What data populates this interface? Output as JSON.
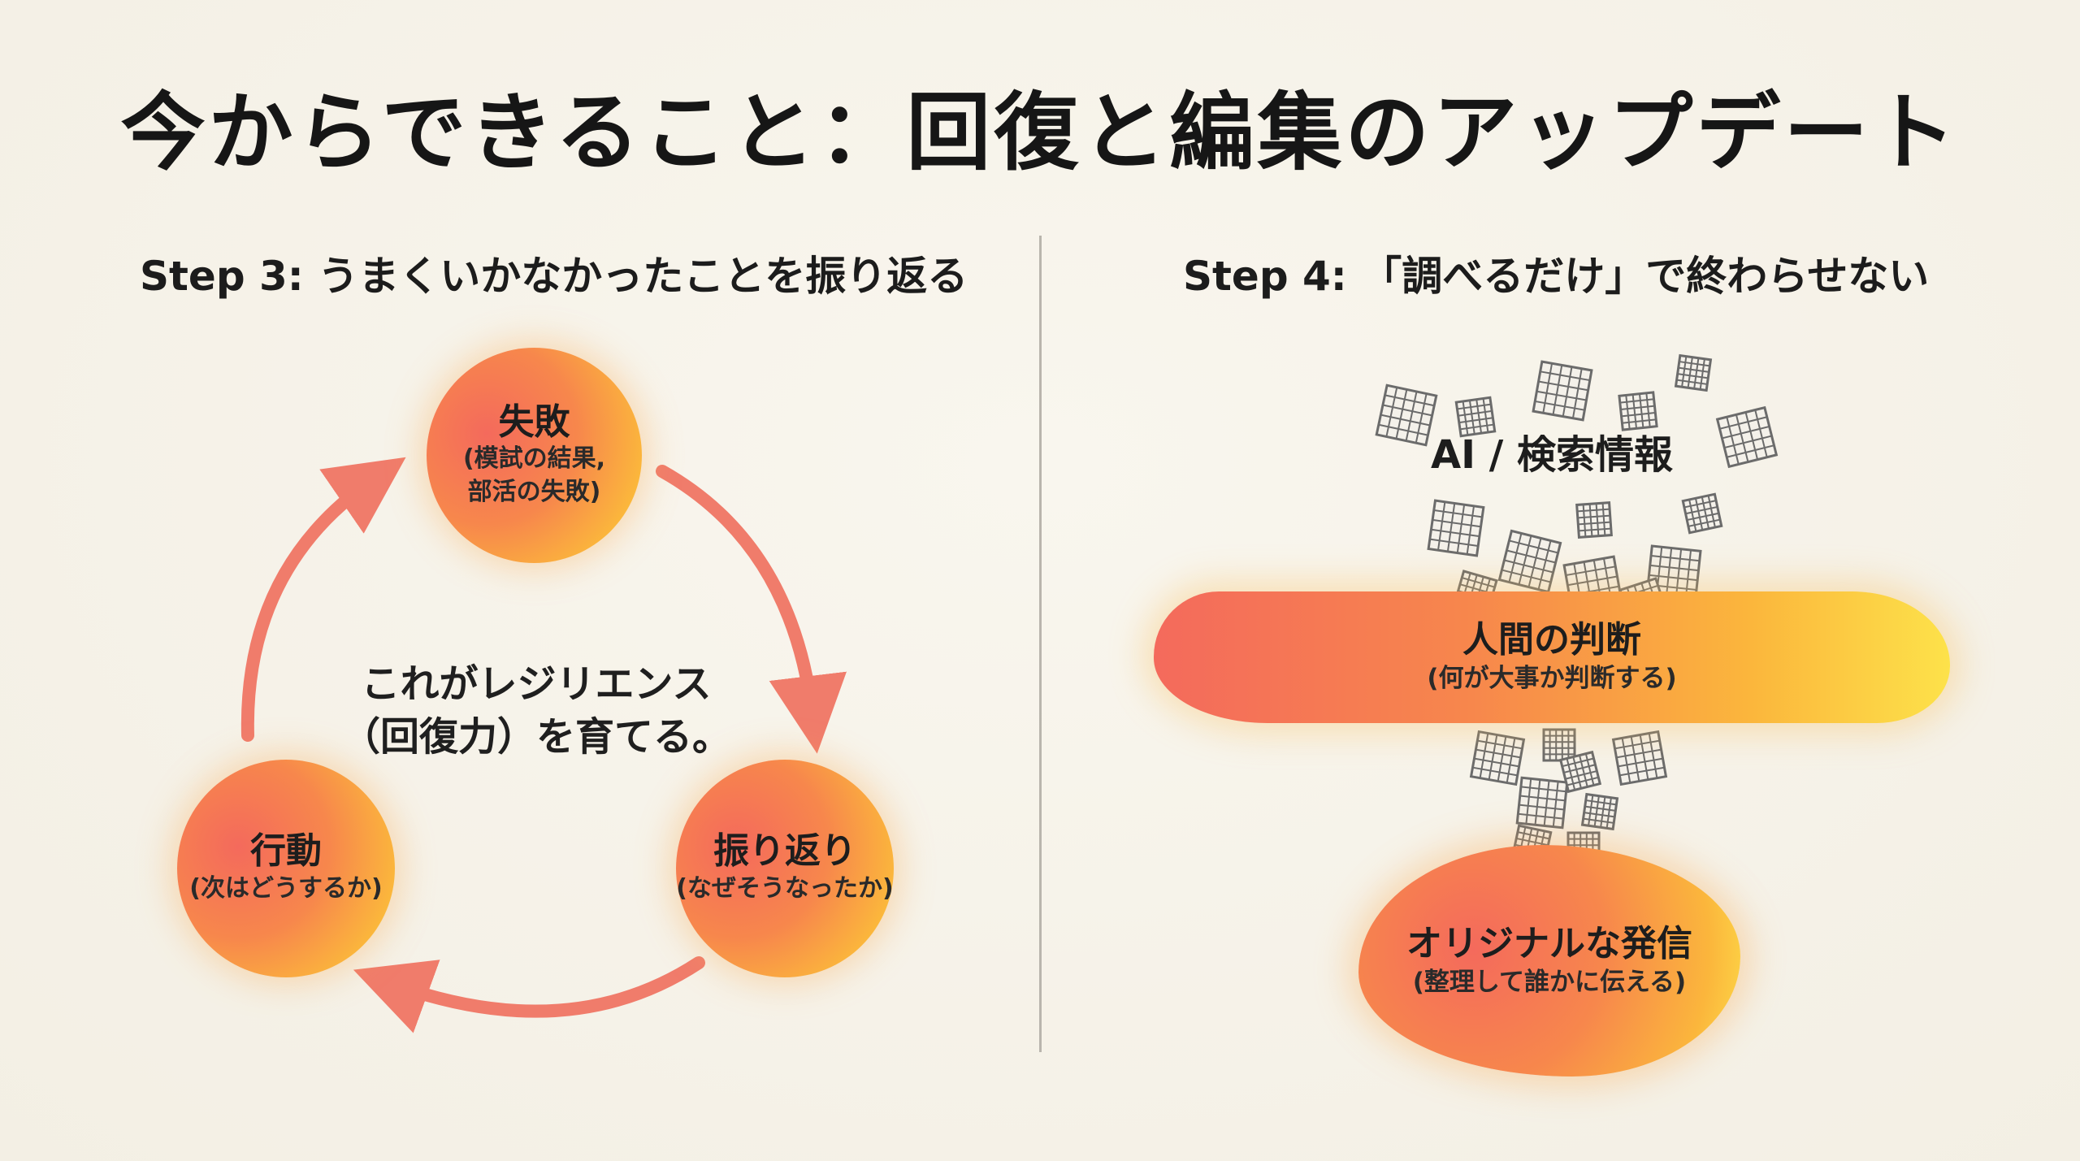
{
  "title": "今からできること：回復と編集のアップデート",
  "step3": {
    "heading": "Step 3: うまくいかなかったことを振り返る",
    "nodes": {
      "failure": {
        "title": "失敗",
        "sub": "(模試の結果,\n部活の失敗)"
      },
      "reflection": {
        "title": "振り返り",
        "sub": "(なぜそうなったか)"
      },
      "action": {
        "title": "行動",
        "sub": "(次はどうするか)"
      }
    },
    "center": {
      "line1": "これがレジリエンス",
      "line2": "（回復力）を育てる。"
    }
  },
  "step4": {
    "heading": "Step 4: 「調べるだけ」で終わらせない",
    "ai_label": "AI / 検索情報",
    "judgement": {
      "title": "人間の判断",
      "sub": "(何が大事か判断する)"
    },
    "original": {
      "title": "オリジナルな発信",
      "sub": "(整理して誰かに伝える)"
    }
  },
  "colors": {
    "arrow": "#f0705e",
    "gradient_red": "#f46a5c",
    "gradient_orange": "#f7874c",
    "gradient_yellow": "#fde24a",
    "divider": "#b9b5ad",
    "chip": "#6b6b6b"
  }
}
